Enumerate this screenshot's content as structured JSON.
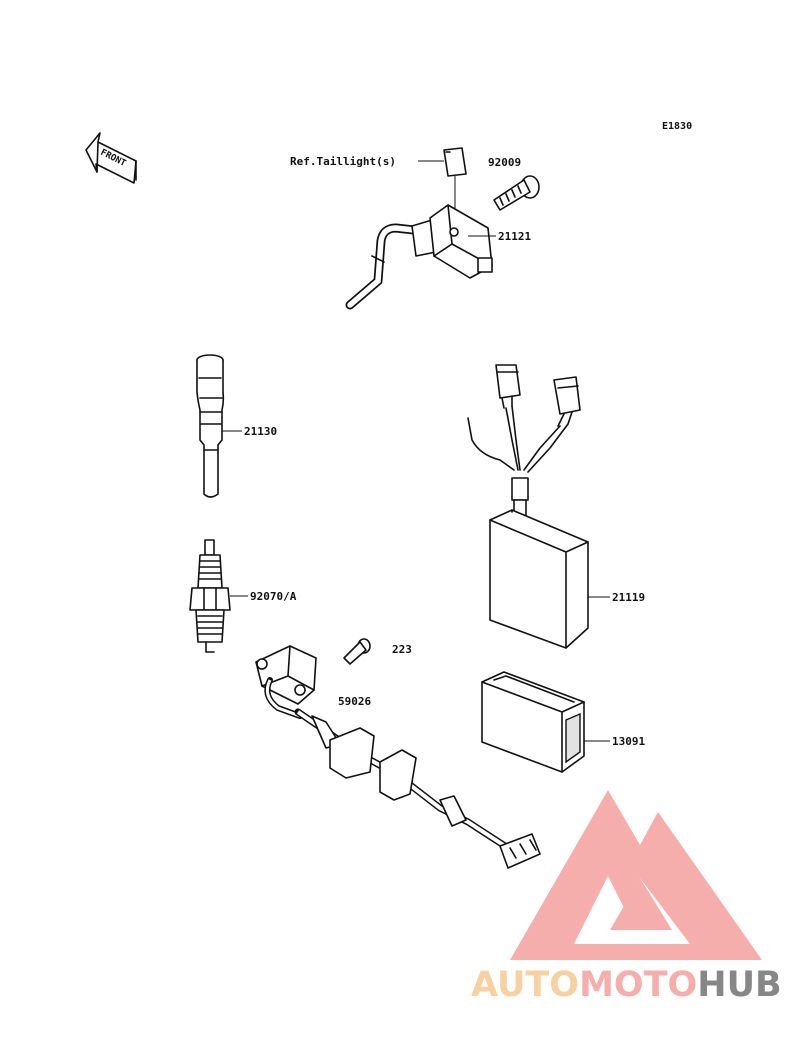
{
  "diagram": {
    "code": "E1830",
    "front_label": "FRONT",
    "parts": {
      "ref_taillight": "Ref.Taillight(s)",
      "bolt_top": "92009",
      "ignition_coil": "21121",
      "plug_cap": "21130",
      "spark_plug": "92070/A",
      "bolt_small": "223",
      "sensor_harness": "59026",
      "igniter_box": "21119",
      "igniter_case": "13091"
    }
  },
  "watermark": {
    "brand_part1": "AUTO",
    "brand_part2": "MOTO",
    "brand_part3": "HUB",
    "color_light": "#f5c07f",
    "color_mid": "#f2908c",
    "color_dark": "#5a5a5a"
  }
}
